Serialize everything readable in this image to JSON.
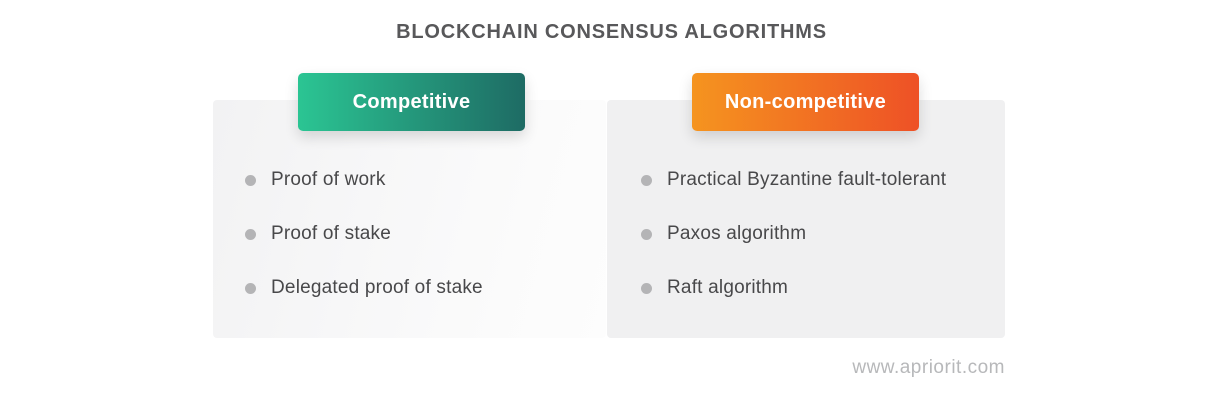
{
  "page": {
    "title": "BLOCKCHAIN CONSENSUS ALGORITHMS",
    "watermark": "www.apriorit.com"
  },
  "columns": [
    {
      "header": "Competitive",
      "header_gradient": [
        "#2bc593",
        "#1e6b64"
      ],
      "items": [
        "Proof of work",
        "Proof of stake",
        "Delegated proof of stake"
      ]
    },
    {
      "header": "Non-competitive",
      "header_gradient": [
        "#f5941f",
        "#ee5126"
      ],
      "items": [
        "Practical Byzantine fault-tolerant",
        "Paxos algorithm",
        "Raft algorithm"
      ]
    }
  ],
  "colors": {
    "title_text": "#58585a",
    "item_text": "#48484a",
    "bullet": "#b4b4b6",
    "panel_left_gradient": [
      "#f2f2f3",
      "#fdfdfd"
    ],
    "panel_right_bg": "#f0f0f1",
    "watermark_text": "#b7b8ba",
    "background": "#ffffff"
  }
}
